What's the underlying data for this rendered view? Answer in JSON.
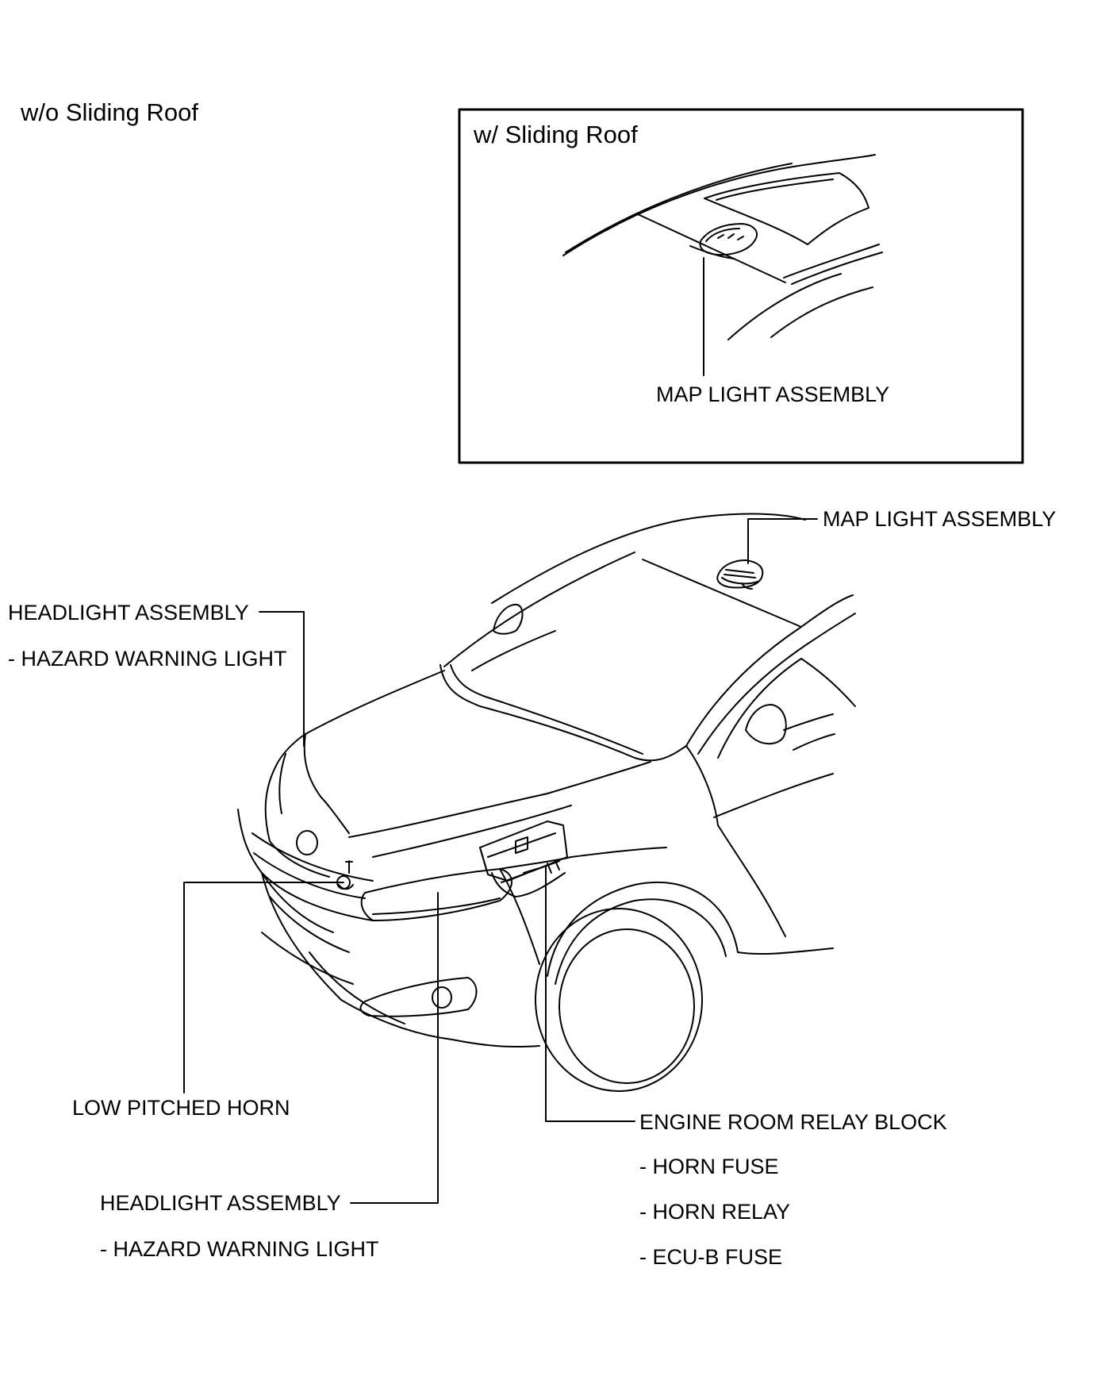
{
  "sections": {
    "without_sunroof": "w/o Sliding Roof",
    "with_sunroof": "w/ Sliding Roof"
  },
  "inset": {
    "map_light": "MAP LIGHT ASSEMBLY"
  },
  "callouts": {
    "map_light": "MAP LIGHT ASSEMBLY",
    "headlight_left": {
      "title": "HEADLIGHT ASSEMBLY",
      "sub": "- HAZARD WARNING LIGHT"
    },
    "horn": "LOW PITCHED HORN",
    "headlight_right": {
      "title": "HEADLIGHT ASSEMBLY",
      "sub": "- HAZARD WARNING LIGHT"
    },
    "relay_block": {
      "title": "ENGINE ROOM RELAY BLOCK",
      "items": [
        "- HORN FUSE",
        "- HORN RELAY",
        "- ECU-B FUSE"
      ]
    }
  }
}
